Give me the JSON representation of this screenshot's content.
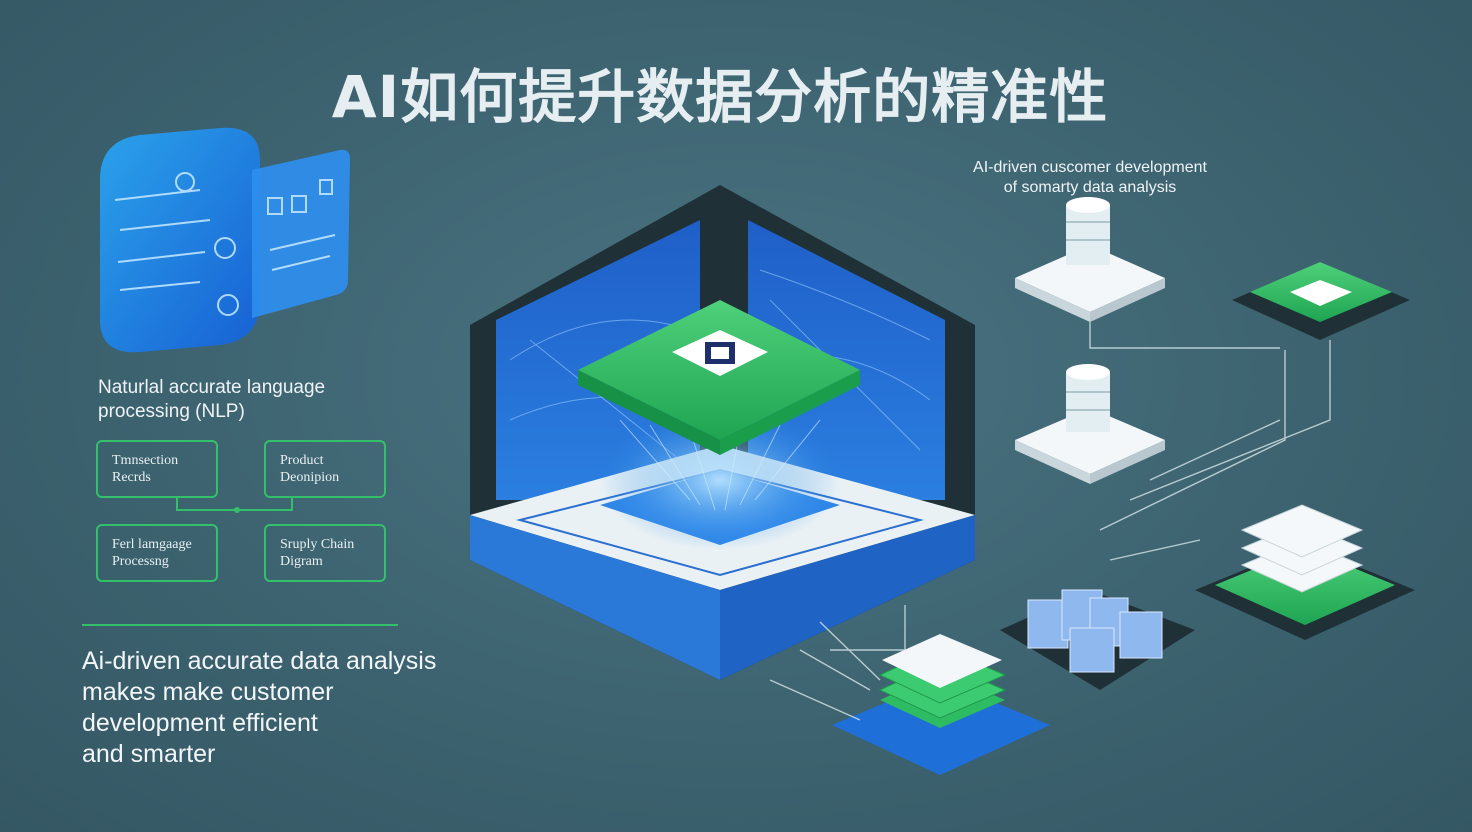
{
  "title": "AI如何提升数据分析的精准性",
  "left_panel": {
    "nlp_label_line1": "Naturlal accurate language",
    "nlp_label_line2": "processing (NLP)",
    "boxes": [
      {
        "line1": "Tmnsection",
        "line2": "Recrds"
      },
      {
        "line1": "Product",
        "line2": "Deonipion"
      },
      {
        "line1": "Ferl lamgaage",
        "line2": "Processng"
      },
      {
        "line1": "Sruply Chain",
        "line2": "Digram"
      }
    ],
    "tagline": [
      "Ai-driven accurate data analysis",
      "makes make customer",
      "development efficient",
      "and smarter"
    ]
  },
  "caption": {
    "line1": "AI-driven cuscomer development",
    "line2": "of somarty data analysis"
  },
  "colors": {
    "background": "#3f6571",
    "accent_green": "#34c06a",
    "accent_blue": "#1e73e8",
    "text": "#eef3f5"
  }
}
